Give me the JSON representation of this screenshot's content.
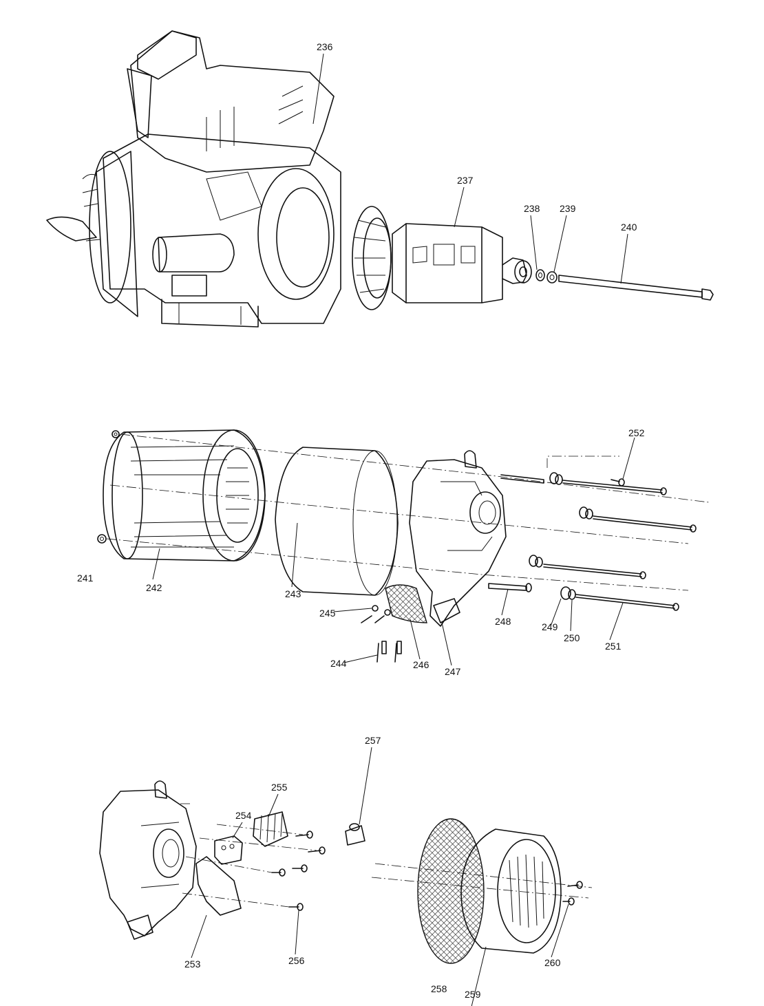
{
  "callouts": {
    "c236": "236",
    "c237": "237",
    "c238": "238",
    "c239": "239",
    "c240": "240",
    "c241": "241",
    "c242": "242",
    "c243": "243",
    "c244": "244",
    "c245": "245",
    "c246": "246",
    "c247": "247",
    "c248": "248",
    "c249": "249",
    "c250": "250",
    "c251": "251",
    "c252": "252",
    "c253": "253",
    "c254": "254",
    "c255": "255",
    "c256": "256",
    "c257": "257",
    "c258": "258",
    "c259": "259",
    "c260": "260"
  }
}
